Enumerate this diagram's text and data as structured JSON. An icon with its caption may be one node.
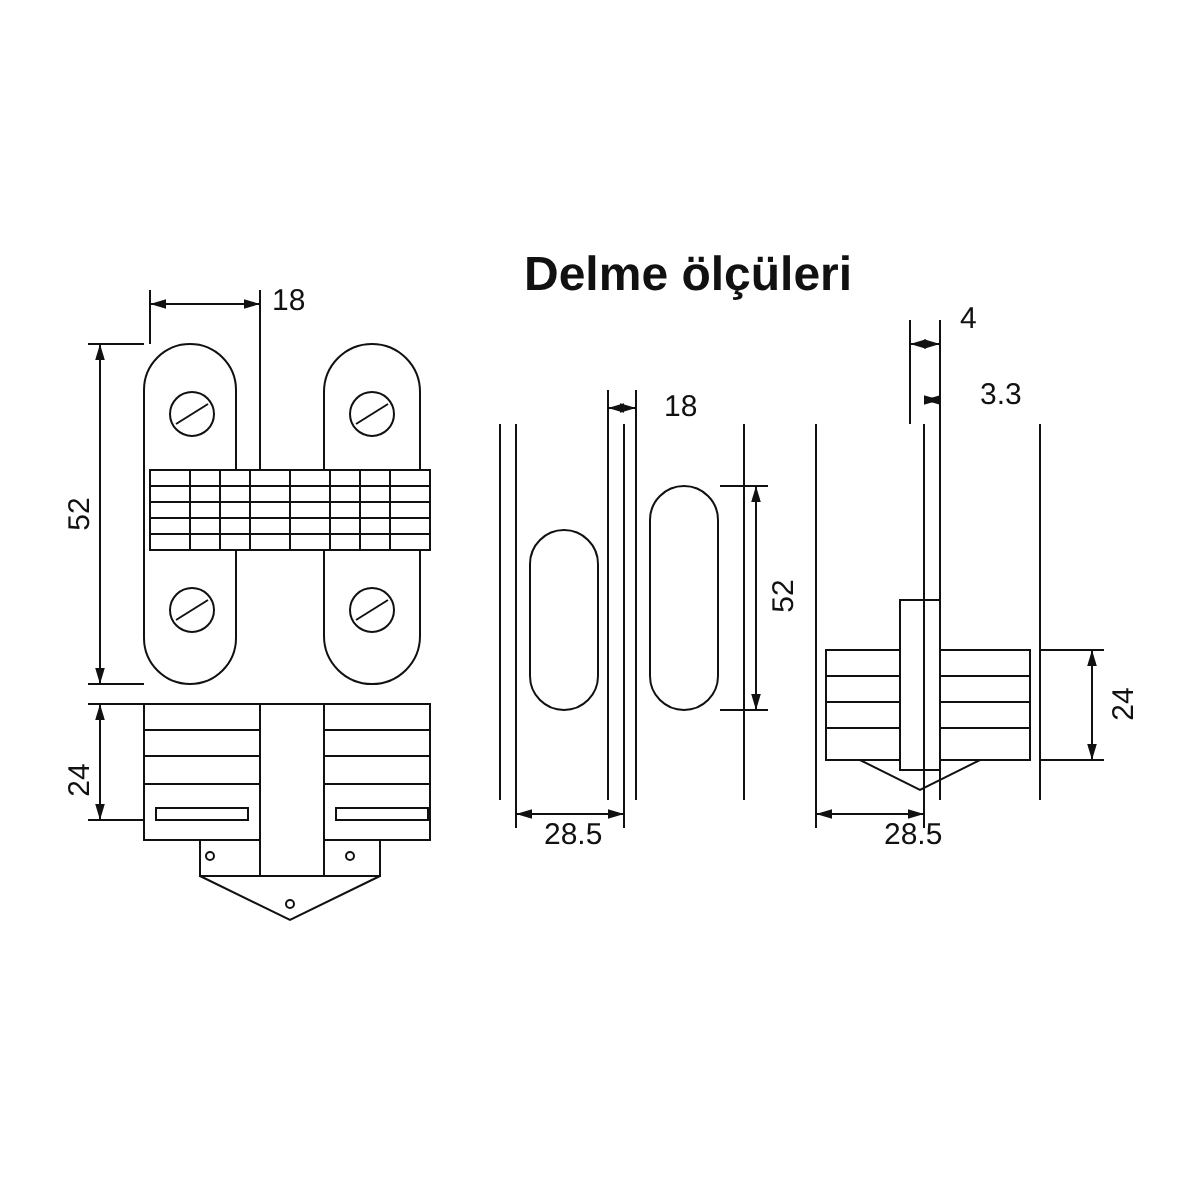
{
  "diagram": {
    "title": "Delme ölçüleri",
    "labels": [
      "18",
      "4",
      "18",
      "3.3",
      "52",
      "52",
      "24",
      "24",
      "28.5",
      "28.5"
    ]
  }
}
